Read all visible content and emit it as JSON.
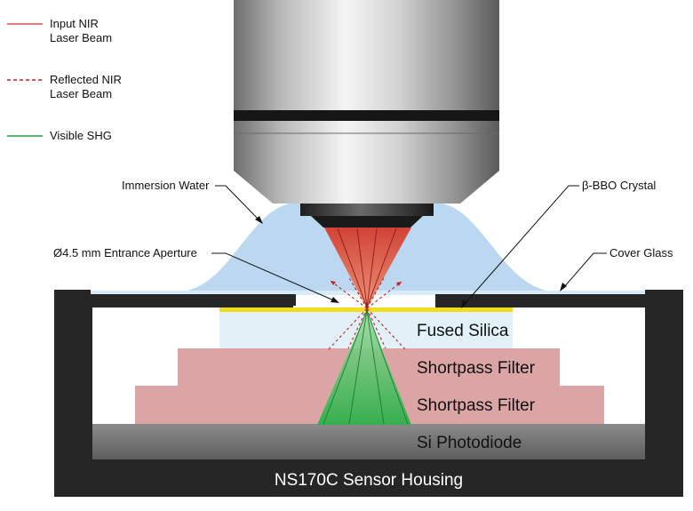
{
  "legend": [
    {
      "label_line1": "Input NIR",
      "label_line2": "Laser Beam",
      "style": "solid",
      "color": "#e05252"
    },
    {
      "label_line1": "Reflected NIR",
      "label_line2": "Laser Beam",
      "style": "dashed",
      "color": "#cc1f1f"
    },
    {
      "label_line1": "Visible SHG",
      "label_line2": "",
      "style": "solid",
      "color": "#1e9e3a"
    }
  ],
  "callouts": {
    "immersion_water": "Immersion Water",
    "entrance_aperture": "Ø4.5 mm Entrance Aperture",
    "bbo_crystal": "β-BBO Crystal",
    "cover_glass": "Cover Glass"
  },
  "layers": {
    "fused_silica": "Fused Silica",
    "shortpass_filter_1": "Shortpass Filter",
    "shortpass_filter_2": "Shortpass Filter",
    "photodiode": "Si Photodiode"
  },
  "housing_label": "NS170C Sensor Housing",
  "colors": {
    "water": "#bcd8f0",
    "fused_silica": "#e2f1f8",
    "filter": "#dca5a5",
    "photodiode": "#7a7a7a",
    "housing": "#262626",
    "bbo": "#f2dc1e",
    "nir": "#e05252",
    "shg": "#1e9e3a"
  }
}
